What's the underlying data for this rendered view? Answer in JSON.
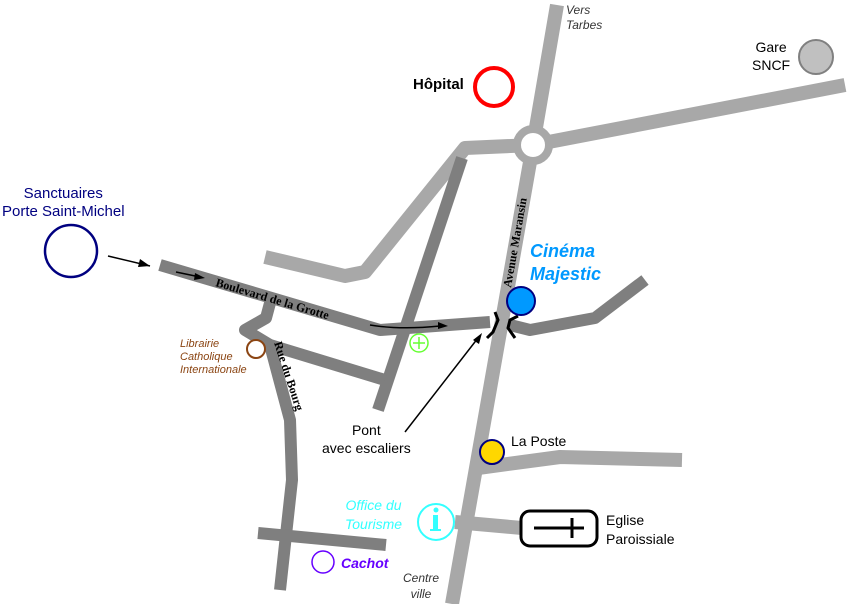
{
  "places": {
    "vers_tarbes": [
      "Vers",
      "Tarbes"
    ],
    "gare": [
      "Gare",
      "SNCF"
    ],
    "hopital": "Hôpital",
    "sanctuaires": [
      "Sanctuaires",
      "Porte Saint-Michel"
    ],
    "cinema": [
      "Cinéma",
      "Majestic"
    ],
    "librairie": [
      "Librairie",
      "Catholique",
      "Internationale"
    ],
    "pont": [
      "Pont",
      "avec escaliers"
    ],
    "la_poste": "La Poste",
    "office": [
      "Office du",
      "Tourisme"
    ],
    "eglise": [
      "Eglise",
      "Paroissiale"
    ],
    "cachot": "Cachot",
    "centre_ville": [
      "Centre",
      "ville"
    ]
  },
  "streets": {
    "boulevard": "Boulevard de la Grotte",
    "avenue": "Avenue Maransin",
    "rue_bourg": "Rue du Bourg"
  },
  "colors": {
    "hopital": "#ff0000",
    "sanctuaires": "#000080",
    "cinema": "#0099ff",
    "poste": "#ffd700",
    "librairie": "#8b4513",
    "office": "#33ffff",
    "cachot": "#6600ff",
    "pharmacy": "#66ff33"
  }
}
